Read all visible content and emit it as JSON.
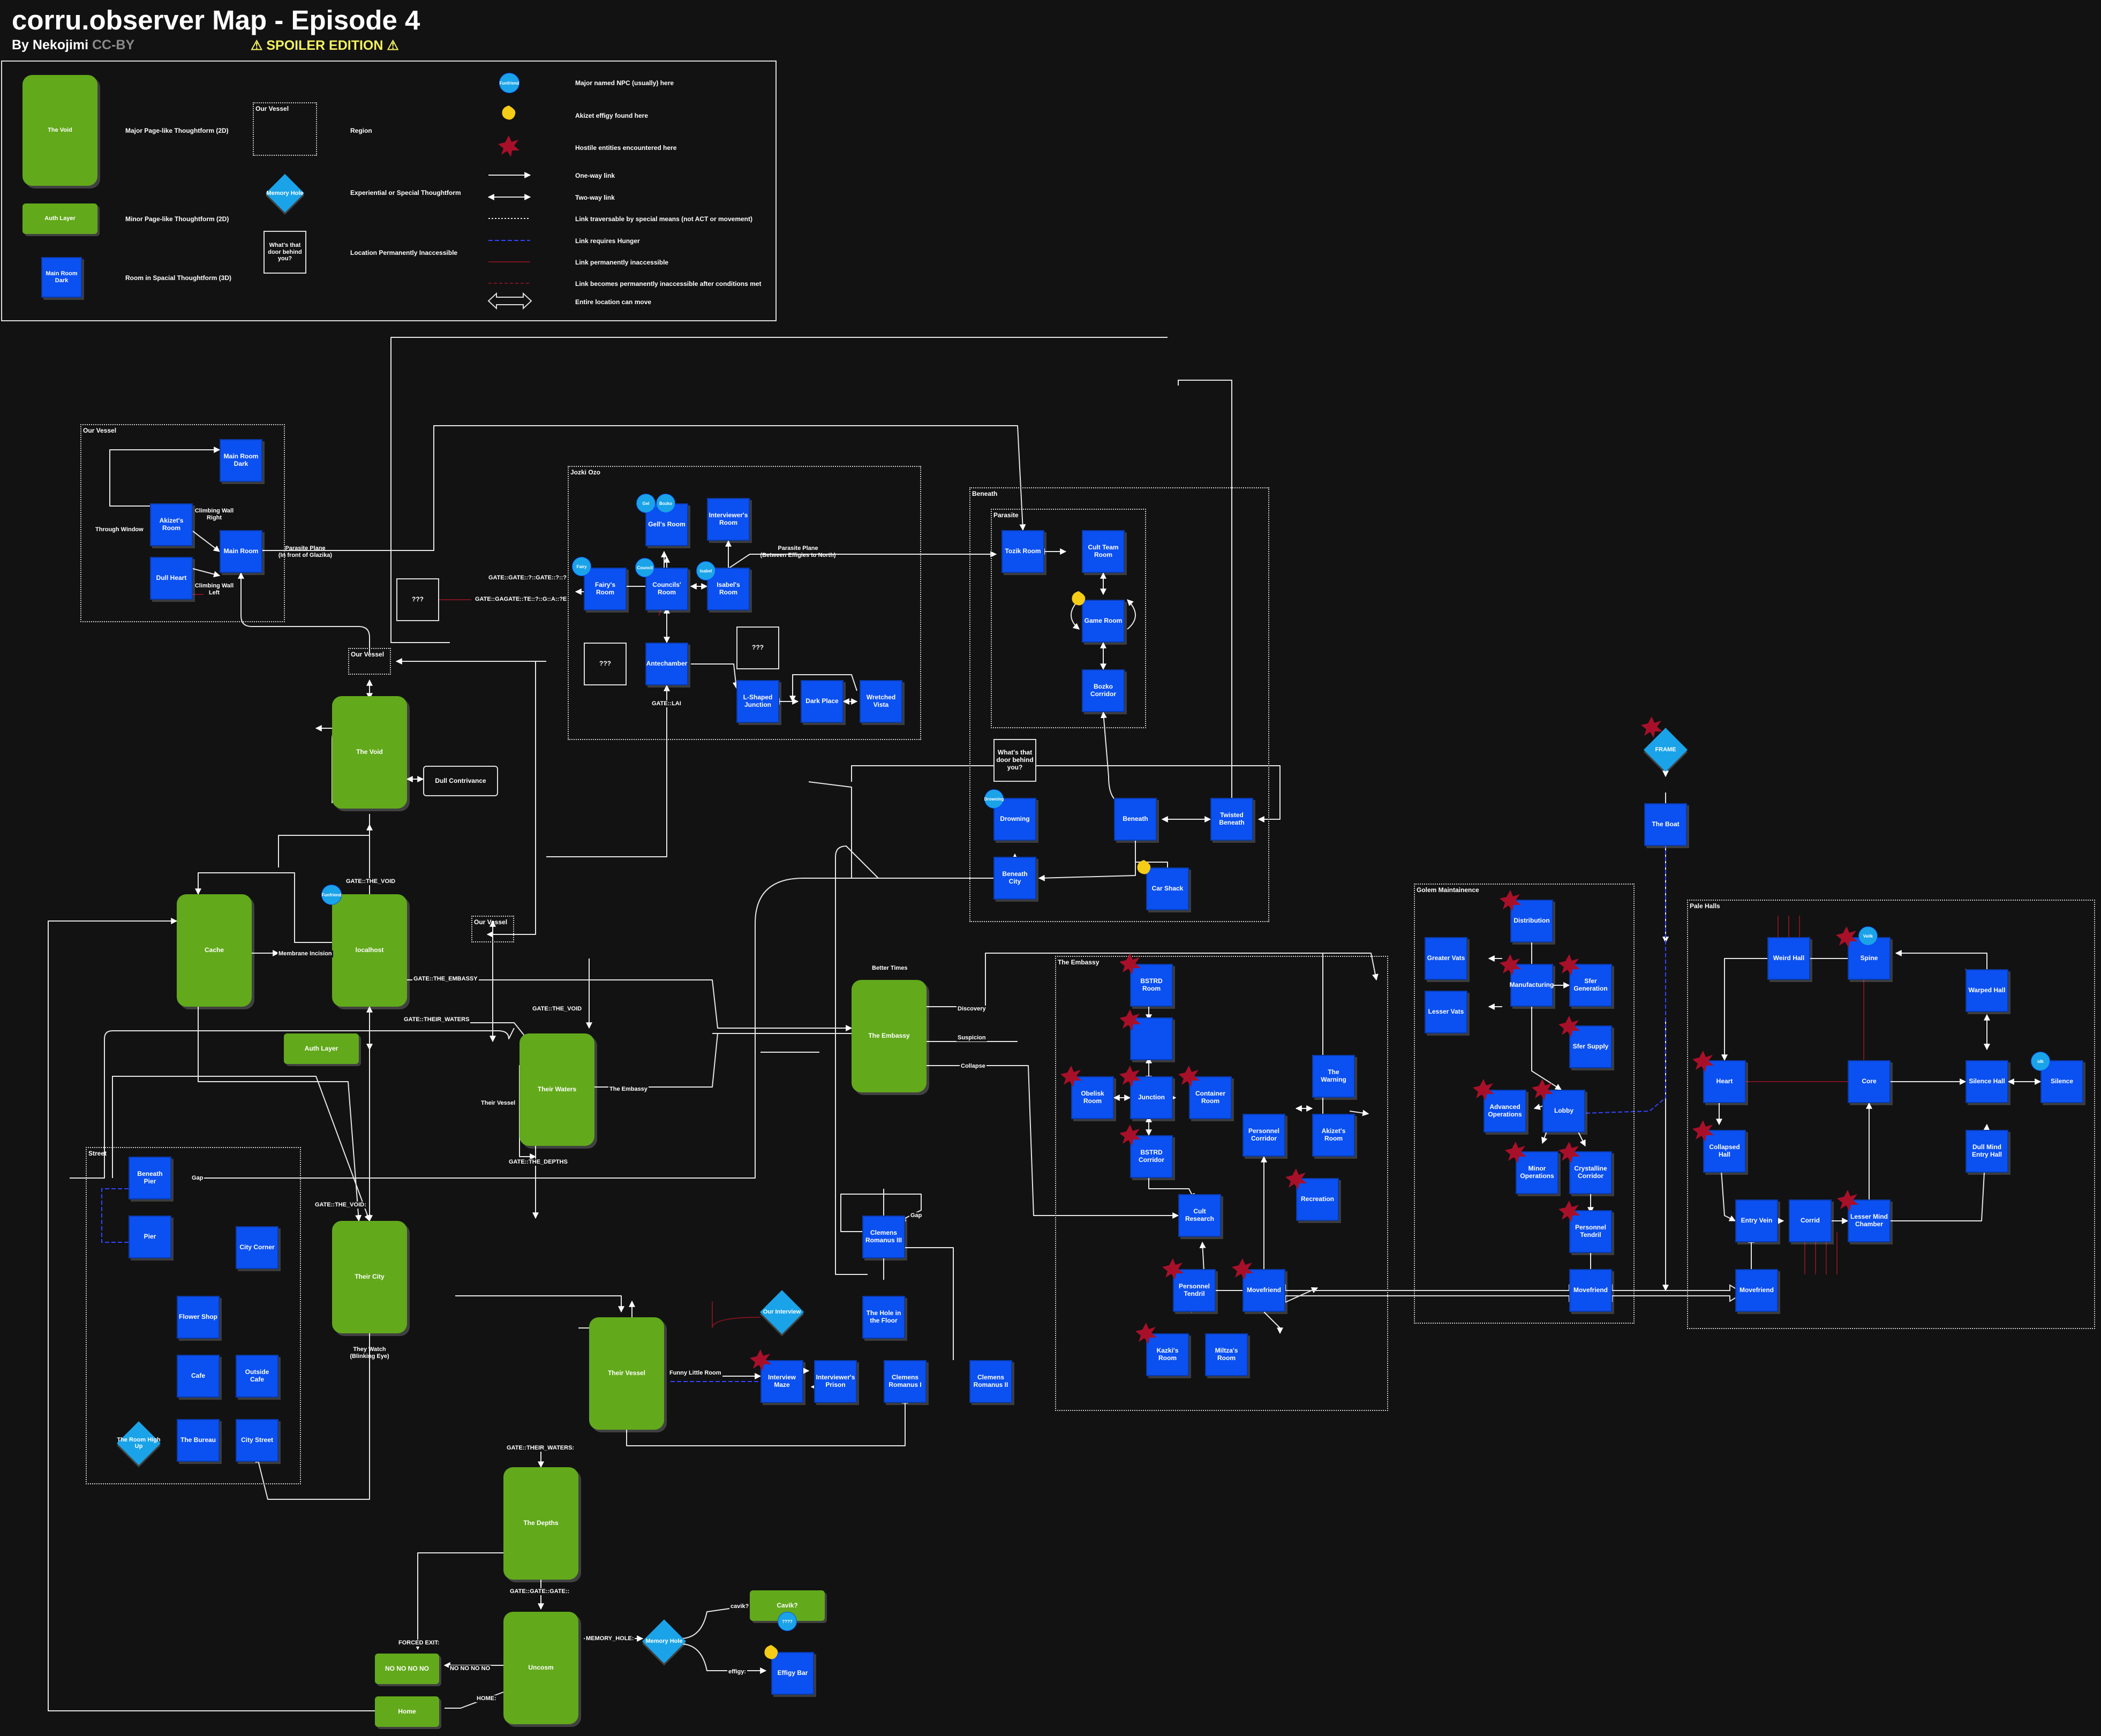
{
  "title": "corru.observer Map - Episode 4",
  "byline": "By Nekojimi",
  "license": "CC-BY",
  "spoiler": "⚠ SPOILER EDITION ⚠",
  "colors": {
    "bg": "#121212",
    "room": "#0b50f0",
    "thoughtform": "#62a91b",
    "special": "#1aa3e8",
    "hostile": "#a8102a",
    "effigy": "#f5cc16",
    "hunger": "#2233aa",
    "inaccessible": "#7a1422"
  },
  "legend": {
    "major_sample": "The Void",
    "major_label": "Major Page-like Thoughtform (2D)",
    "minor_sample": "Auth Layer",
    "minor_label": "Minor Page-like Thoughtform (2D)",
    "room_sample": "Main Room Dark",
    "room_label": "Room in Spacial Thoughtform (3D)",
    "region_sample": "Our Vessel",
    "region_label": "Region",
    "special_sample": "Memory Hole",
    "special_label": "Experiential or Special Thoughtform",
    "inacc_sample": "What's that door behind you?",
    "inacc_label": "Location Permanently Inaccessible",
    "npc_sample": "Funfriend",
    "npc_label": "Major named NPC (usually) here",
    "effigy_label": "Akizet effigy found here",
    "hostile_label": "Hostile entities encountered here",
    "oneway_label": "One-way link",
    "twoway_label": "Two-way link",
    "special_link_label": "Link traversable by special means (not ACT or movement)",
    "hunger_label": "Link requires Hunger",
    "perm_label": "Link permanently inaccessible",
    "cond_label": "Link becomes permanently inaccessible after conditions met",
    "move_label": "Entire location can move"
  },
  "regions": [
    {
      "id": "ourvessel1",
      "label": "Our Vessel"
    },
    {
      "id": "jozkiozo",
      "label": "Jozki Ozo"
    },
    {
      "id": "beneath",
      "label": "Beneath"
    },
    {
      "id": "parasite",
      "label": "Parasite"
    },
    {
      "id": "ourvessel2",
      "label": "Our Vessel"
    },
    {
      "id": "ourvessel3",
      "label": "Our Vessel"
    },
    {
      "id": "embassy",
      "label": "The Embassy"
    },
    {
      "id": "golem",
      "label": "Golem Maintainence"
    },
    {
      "id": "palehalls",
      "label": "Pale Halls"
    },
    {
      "id": "street",
      "label": "Street"
    }
  ],
  "nodes": {
    "main_room_dark": "Main Room Dark",
    "akizet_room_v": "Akizet's Room",
    "main_room": "Main Room",
    "dull_heart": "Dull Heart",
    "gell_room": "Gell's Room",
    "interviewer_room": "Interviewer's Room",
    "fairy_room": "Fairy's Room",
    "councils_room": "Councils' Room",
    "isabel_room": "Isabel's Room",
    "q1": "???",
    "antechamber": "Antechamber",
    "q2": "???",
    "q3": "???",
    "lshaped": "L-Shaped Junction",
    "dark_place": "Dark Place",
    "wretched_vista": "Wretched Vista",
    "tozik_room": "Tozik Room",
    "cult_team": "Cult Team Room",
    "game_room": "Game Room",
    "bozko": "Bozko Corridor",
    "door_behind": "What's that door behind you?",
    "drowning": "Drowning",
    "beneath_node": "Beneath",
    "twisted": "Twisted Beneath",
    "beneath_city": "Beneath City",
    "car_shack": "Car Shack",
    "void": "The Void",
    "dull_contrivance": "Dull Contrivance",
    "cache": "Cache",
    "localhost": "localhost",
    "auth": "Auth Layer",
    "their_waters": "Their Waters",
    "embassy_tf": "The Embassy",
    "their_city": "Their City",
    "their_vessel": "Their Vessel",
    "depths": "The Depths",
    "uncosm": "Uncosm",
    "nonono": "NO NO NO NO",
    "home": "Home",
    "memory_hole": "Memory Hole",
    "cavik": "Cavik?",
    "effigy_bar": "Effigy Bar",
    "beneath_pier": "Beneath Pier",
    "pier": "Pier",
    "city_corner": "City Corner",
    "flower_shop": "Flower Shop",
    "cafe": "Cafe",
    "outside_cafe": "Outside Cafe",
    "room_high": "The Room High Up",
    "bureau": "The Bureau",
    "city_street": "City Street",
    "clemens3": "Clemens Romanus III",
    "hole_floor": "The Hole in the Floor",
    "clemens1": "Clemens Romanus I",
    "clemens2": "Clemens Romanus II",
    "our_interview": "Our Interview",
    "interview_maze": "Interview Maze",
    "interviewer_prison": "Interviewer's Prison",
    "bstrd1": "BSTRD Room",
    "blank": "",
    "obelisk": "Obelisk Room",
    "junction": "Junction",
    "container": "Container Room",
    "bstrd_corr": "BSTRD Corridor",
    "the_warning": "The Warning",
    "personnel_corr": "Personnel Corridor",
    "akizet_room_e": "Akizet's Room",
    "cult_research": "Cult Research",
    "recreation": "Recreation",
    "personnel_tendril_e": "Personnel Tendril",
    "movefriend_e": "Movefriend",
    "kazki": "Kazki's Room",
    "miltza": "Miltza's Room",
    "distribution": "Distribution",
    "greater_vats": "Greater Vats",
    "manufacturing": "Manufacturing",
    "sfer_gen": "Sfer Generation",
    "lesser_vats": "Lesser Vats",
    "sfer_supply": "Sfer Supply",
    "adv_ops": "Advanced Operations",
    "lobby": "Lobby",
    "minor_ops": "Minor Operations",
    "crystalline": "Crystalline Corridor",
    "personnel_tendril_g": "Personnel Tendril",
    "movefriend_g": "Movefriend",
    "frame": "FRAME",
    "the_boat": "The Boat",
    "weird_hall": "Weird Hall",
    "spine": "Spine",
    "warped_hall": "Warped Hall",
    "heart": "Heart",
    "core": "Core",
    "silence_hall": "Silence Hall",
    "silence": "Silence",
    "collapsed": "Collapsed Hall",
    "dull_mind_entry": "Dull Mind Entry Hall",
    "entry_vein": "Entry Vein",
    "corrid": "Corrid",
    "lesser_mind": "Lesser Mind Chamber",
    "movefriend_p": "Movefriend"
  },
  "npcs": {
    "gel": "Gel",
    "bozko_npc": "Bozko",
    "council": "Council",
    "fairy": "Fairy",
    "isabel": "Isabel",
    "drowning_npc": "Drowning",
    "funfriend": "Funfriend",
    "cavik_npc": "????",
    "veilk": "Veilk",
    "idk": "idk"
  },
  "edge_labels": {
    "parasite1": "Parasite Plane",
    "parasite1b": "(In front of Glazika)",
    "parasite2": "Parasite Plane",
    "parasite2b": "(Between Effigies to North)",
    "climb_right": "Climbing Wall Right",
    "climb_left": "Climbing Wall Left",
    "through_window": "Through Window",
    "gate_t": "GATE::GATE::?::GATE::?::?",
    "gate_g": "GATE::GAGATE::TE::?::G::A::?E",
    "gate_lai": "GATE::LAI",
    "gate_void1": "GATE::THE_VOID",
    "gate_void2": "GATE::THE_VOID",
    "gate_void3": "GATE::THE_VOID:",
    "gate_embassy": "GATE::THE_EMBASSY",
    "gate_waters": "GATE::THEIR_WATERS",
    "gate_depths": "GATE::THE_DEPTHS",
    "gate_waters2": "GATE::THEIR_WATERS:",
    "gate_gate": "GATE::GATE::GATE::",
    "membrane": "Membrane Incision",
    "their_vessel_lbl": "Their Vessel",
    "the_embassy_lbl": "The Embassy",
    "better_times": "Better Times",
    "discovery": "Discovery",
    "suspicion": "Suspicion",
    "collapse": "Collapse",
    "gap1": "Gap",
    "gap2": "Gap",
    "they_watch": "They Watch",
    "they_watch2": "(Blinking Eye)",
    "funny_little": "Funny Little Room",
    "memory_hole_lbl": "MEMORY_HOLE:",
    "forced_exit": "FORCED EXIT:",
    "nonono_lbl": "NO NO NO NO",
    "home_lbl": "HOME:",
    "cavik_lbl": "cavik?",
    "effigy_lbl": "effigy:"
  }
}
